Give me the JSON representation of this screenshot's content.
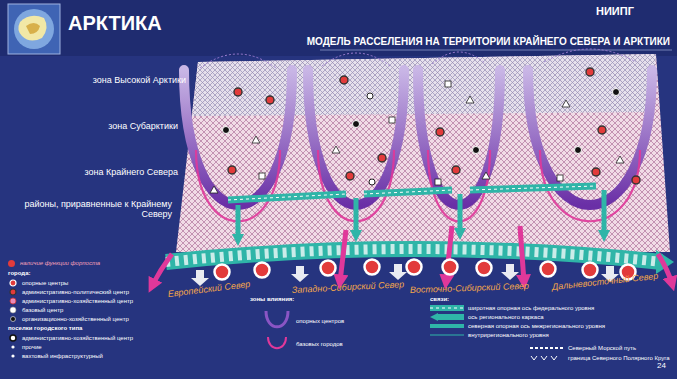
{
  "diagram": {
    "title": "АРКТИКА",
    "labels": [
      "НИИПГ",
      "МОДЕЛЬ РАССЕЛЕНИЯ НА ТЕРРИТОРИИ КРАЙНЕГО СЕВЕРА И АРКТИКИ",
      "зона Высокой Арктики",
      "зона Субарктики",
      "зона Крайнего Севера",
      "районы, приравненные к Крайнему Северу",
      "Европейский Север",
      "Западно-Сибирский Север",
      "Восточно-Сибирский Север",
      "Дальневосточный Север",
      "города:",
      "поселки городского типа",
      "зоны влияния:",
      "связи:",
      "24"
    ],
    "legend": [
      {
        "text": "наличие функции форпоста",
        "color": "#e23b3b"
      },
      {
        "text": "опорные центры"
      },
      {
        "text": "административно-политический центр"
      },
      {
        "text": "административно-хозяйственный центр"
      },
      {
        "text": "базовый центр"
      },
      {
        "text": "организационно-хозяйственный центр"
      },
      {
        "text": "административно-хозяйственный центр"
      },
      {
        "text": "прочие"
      },
      {
        "text": "вахтовый инфраструктурный"
      },
      {
        "text": "опорных центров"
      },
      {
        "text": "базовых городов"
      },
      {
        "text": "широтная опорная ось федерального уровня"
      },
      {
        "text": "ось регионального каркаса"
      },
      {
        "text": "северная опорная ось межрегионального уровня"
      },
      {
        "text": "внутрирегионального уровня"
      },
      {
        "text": "Северный Морской путь"
      },
      {
        "text": "граница Северного Полярного Круга"
      }
    ]
  }
}
